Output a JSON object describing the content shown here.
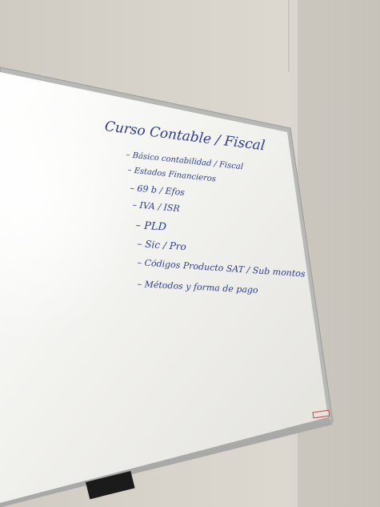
{
  "whiteboard": {
    "title": "Curso Contable / Fiscal",
    "items": [
      "– Básico contabilidad / Fiscal",
      "– Estados Financieros",
      "– 69 b / Efos",
      "– IVA / ISR",
      "– PLD",
      "– Sic / Pro",
      "– Códigos Producto SAT / Sub montos",
      "– Métodos y forma de pago"
    ],
    "ink_color": "#2f3d8f"
  }
}
